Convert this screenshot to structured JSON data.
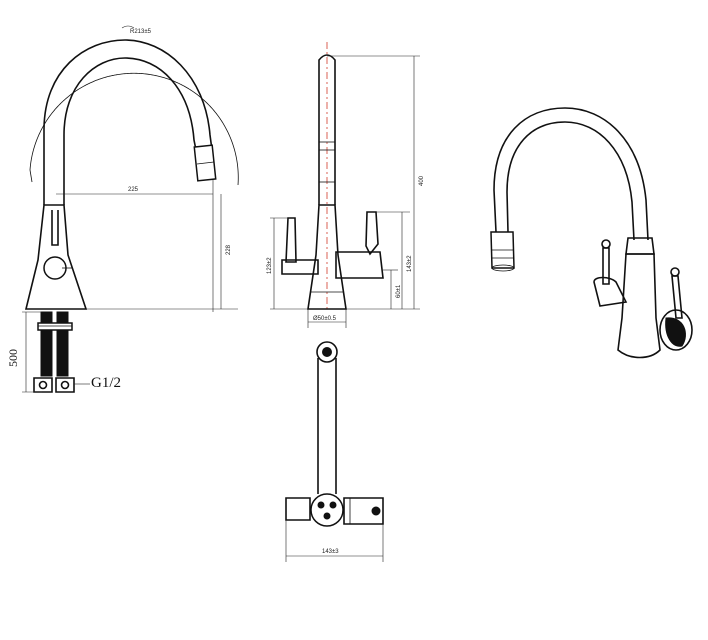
{
  "drawing": {
    "side_view": {
      "arc_dim": "R213±5",
      "reach_dim": "225",
      "height_dim": "228",
      "hose_length": "500",
      "thread": "G1/2"
    },
    "front_view": {
      "total_height": "400",
      "base_diameter": "Ø50±0.5",
      "handle_height_left": "123±2",
      "handle_height_right": "143±2",
      "base_height": "60±1"
    },
    "top_view": {
      "width_dim": "143±3"
    }
  }
}
